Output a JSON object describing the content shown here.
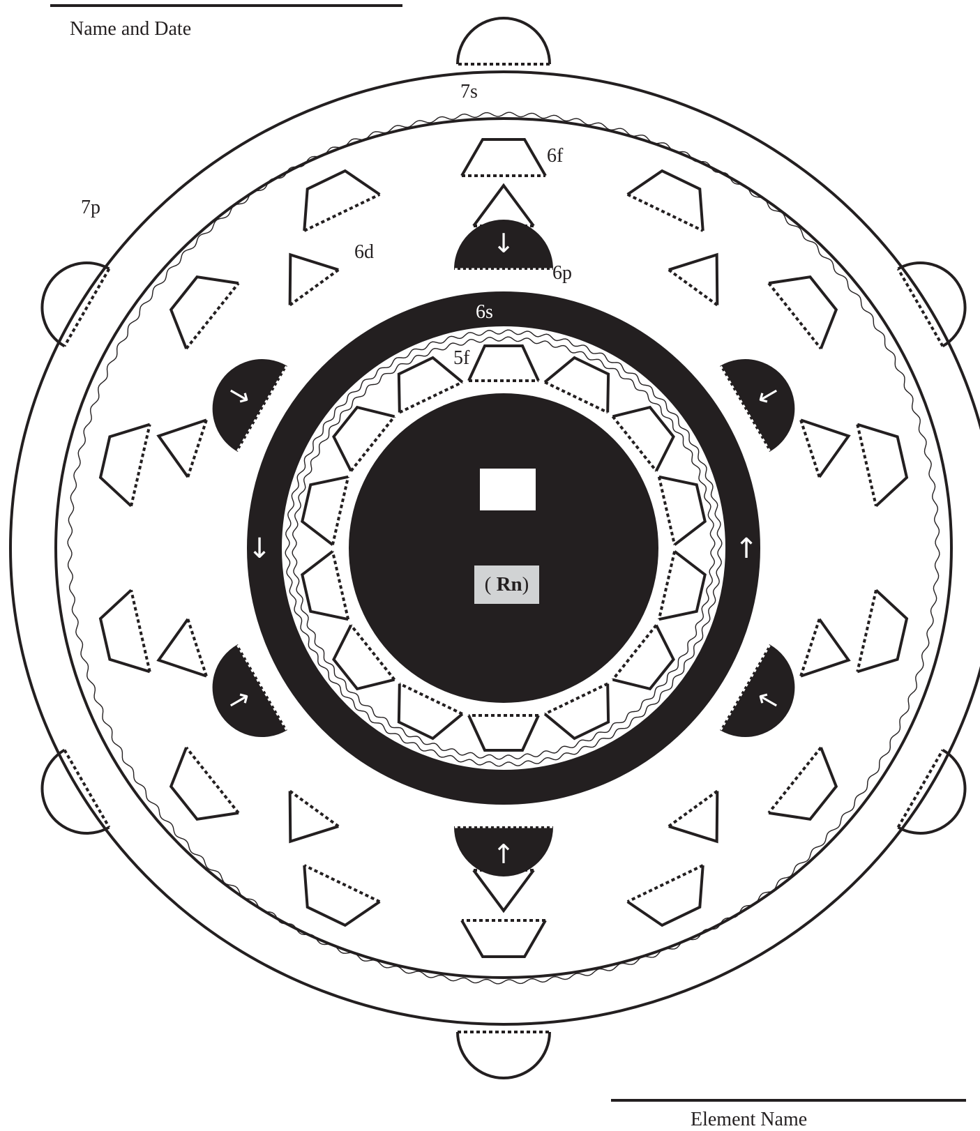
{
  "header": {
    "name_and_date_label": "Name and Date"
  },
  "footer": {
    "element_name_label": "Element Name"
  },
  "center": {
    "symbol_box": "",
    "charge_open": "(",
    "symbol": "Rn",
    "charge_close": ")"
  },
  "labels": {
    "shell7": "7s",
    "p7": "7p",
    "f6": "6f",
    "d6": "6d",
    "p6": "6p",
    "shell6": "6s",
    "f5": "5f"
  },
  "colors": {
    "ink": "#231f20",
    "charge_box": "#d1d3d4",
    "background": "#ffffff"
  }
}
